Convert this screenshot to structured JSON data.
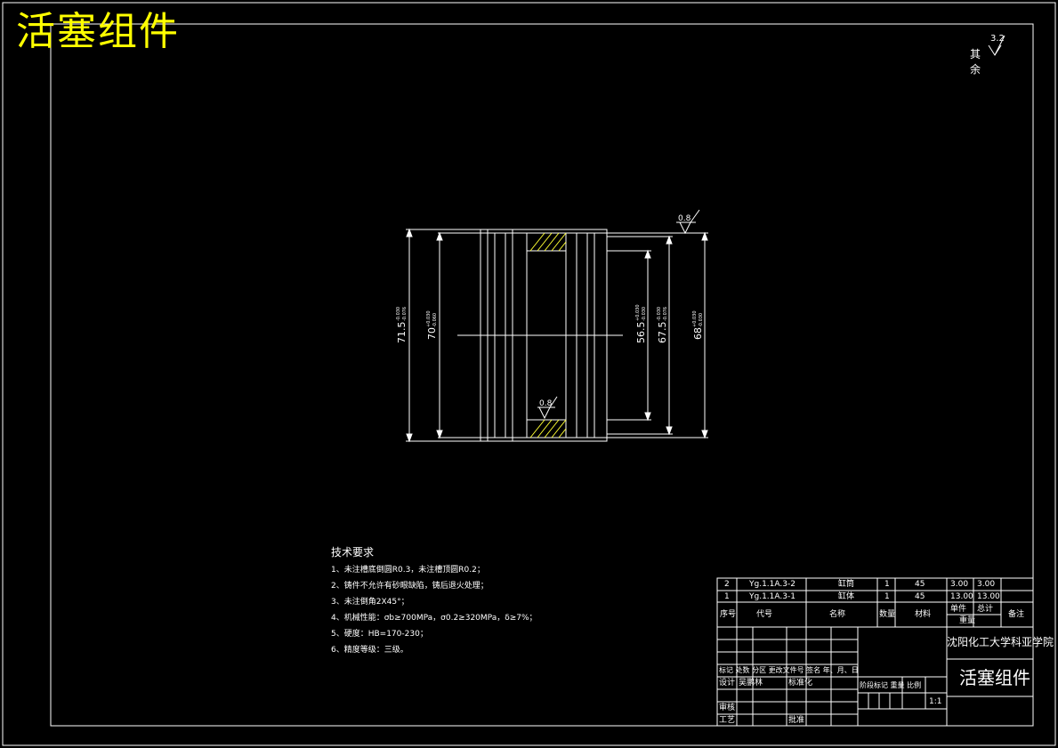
{
  "sheet": {
    "title": "活塞组件",
    "surface_note": {
      "label": "其余",
      "value": "3.2"
    }
  },
  "drawing": {
    "dimensions": {
      "d1": {
        "value": "71.5",
        "tol_up": "-0.030",
        "tol_dn": "-0.076"
      },
      "d2": {
        "value": "70",
        "tol_up": "+0.030",
        "tol_dn": "-0.060"
      },
      "d3": {
        "value": "56.5",
        "tol_up": "+0.030",
        "tol_dn": "-0.030"
      },
      "d4": {
        "value": "67.5",
        "tol_up": "-0.030",
        "tol_dn": "-0.076"
      },
      "d5": {
        "value": "68",
        "tol_up": "+0.030",
        "tol_dn": "-0.030"
      }
    },
    "roughness_top": "0.8",
    "roughness_bottom": "0.8"
  },
  "tech_requirements": {
    "title": "技术要求",
    "items": [
      "1、未注槽底倒圆R0.3，未注槽顶圆R0.2；",
      "2、铸件不允许有砂眼缺陷，铸后退火处理；",
      "3、未注倒角2X45°；",
      "4、机械性能：σb≥700MPa，σ0.2≥320MPa，δ≥7%；",
      "5、硬度：HB=170-230；",
      "6、精度等级：三级。"
    ]
  },
  "title_block": {
    "rows": [
      {
        "no": "2",
        "code": "Yg.1.1A.3-2",
        "name": "缸筒",
        "qty": "1",
        "material": "45",
        "unit": "3.00",
        "total": "3.00"
      },
      {
        "no": "1",
        "code": "Yg.1.1A.3-1",
        "name": "缸体",
        "qty": "1",
        "material": "45",
        "unit": "13.00",
        "total": "13.00"
      }
    ],
    "headers": {
      "no": "序号",
      "code": "代号",
      "name": "名称",
      "qty": "数量",
      "material": "材料",
      "unit": "单件",
      "total": "总计",
      "weight": "重量",
      "note": "备注"
    },
    "school": "沈阳化工大学科亚学院",
    "part_name": "活塞组件",
    "revision_headers": "标记 处数 分区 更改文件号 签名 年、月、日",
    "design_label": "设计",
    "designer": "吴鹏林",
    "std_label": "标准化",
    "stage_headers": "阶段标记 重量 比例",
    "scale": "1:1",
    "review_label": "审核",
    "process_label": "工艺",
    "approve_label": "批准"
  }
}
